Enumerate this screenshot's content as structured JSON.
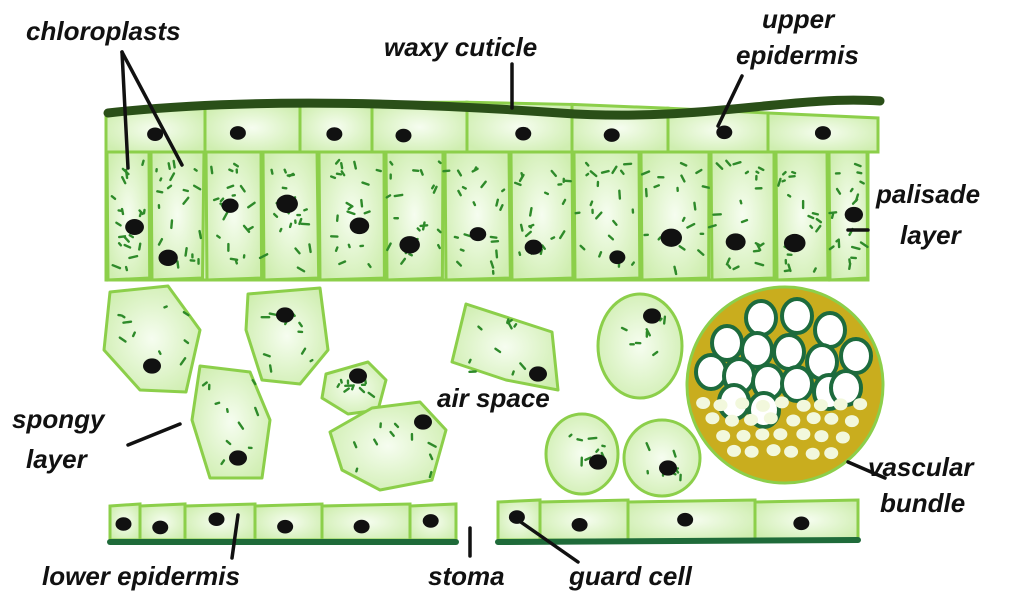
{
  "labels": {
    "chloroplasts": "chloroplasts",
    "waxy_cuticle": "waxy cuticle",
    "upper_epidermis_1": "upper",
    "upper_epidermis_2": "epidermis",
    "palisade_1": "palisade",
    "palisade_2": "layer",
    "spongy_1": "spongy",
    "spongy_2": "layer",
    "air_space": "air space",
    "vascular_1": "vascular",
    "vascular_2": "bundle",
    "lower_epidermis": "lower epidermis",
    "stoma": "stoma",
    "guard_cell": "guard cell"
  },
  "colors": {
    "cell_fill": "#d9f5c0",
    "cell_center": "#f4fdee",
    "cell_stroke": "#8ccf4a",
    "chloroplast": "#2e8a2a",
    "nucleus": "#111111",
    "cuticle": "#2a4f18",
    "lower_cuticle": "#1f6b3a",
    "vascular_fill": "#c9ad1e",
    "xylem_stroke": "#1d6b3d",
    "phloem_fill": "#f2f8dc"
  }
}
